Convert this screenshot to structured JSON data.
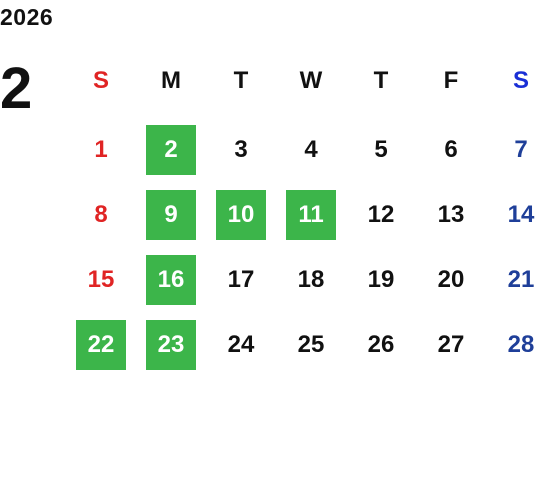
{
  "calendar": {
    "year": "2026",
    "month": "2",
    "weekdays": [
      "S",
      "M",
      "T",
      "W",
      "T",
      "F",
      "S"
    ],
    "weeks": [
      [
        {
          "day": "1",
          "highlighted": false
        },
        {
          "day": "2",
          "highlighted": true
        },
        {
          "day": "3",
          "highlighted": false
        },
        {
          "day": "4",
          "highlighted": false
        },
        {
          "day": "5",
          "highlighted": false
        },
        {
          "day": "6",
          "highlighted": false
        },
        {
          "day": "7",
          "highlighted": false
        }
      ],
      [
        {
          "day": "8",
          "highlighted": false
        },
        {
          "day": "9",
          "highlighted": true
        },
        {
          "day": "10",
          "highlighted": true
        },
        {
          "day": "11",
          "highlighted": true
        },
        {
          "day": "12",
          "highlighted": false
        },
        {
          "day": "13",
          "highlighted": false
        },
        {
          "day": "14",
          "highlighted": false
        }
      ],
      [
        {
          "day": "15",
          "highlighted": false
        },
        {
          "day": "16",
          "highlighted": true
        },
        {
          "day": "17",
          "highlighted": false
        },
        {
          "day": "18",
          "highlighted": false
        },
        {
          "day": "19",
          "highlighted": false
        },
        {
          "day": "20",
          "highlighted": false
        },
        {
          "day": "21",
          "highlighted": false
        }
      ],
      [
        {
          "day": "22",
          "highlighted": true
        },
        {
          "day": "23",
          "highlighted": true
        },
        {
          "day": "24",
          "highlighted": false
        },
        {
          "day": "25",
          "highlighted": false
        },
        {
          "day": "26",
          "highlighted": false
        },
        {
          "day": "27",
          "highlighted": false
        },
        {
          "day": "28",
          "highlighted": false
        }
      ]
    ]
  },
  "colors": {
    "highlight": "#3cb54a",
    "sunday": "#e02424",
    "saturday_header": "#1a2fd6",
    "saturday": "#1f3f99",
    "weekday": "#111111"
  }
}
